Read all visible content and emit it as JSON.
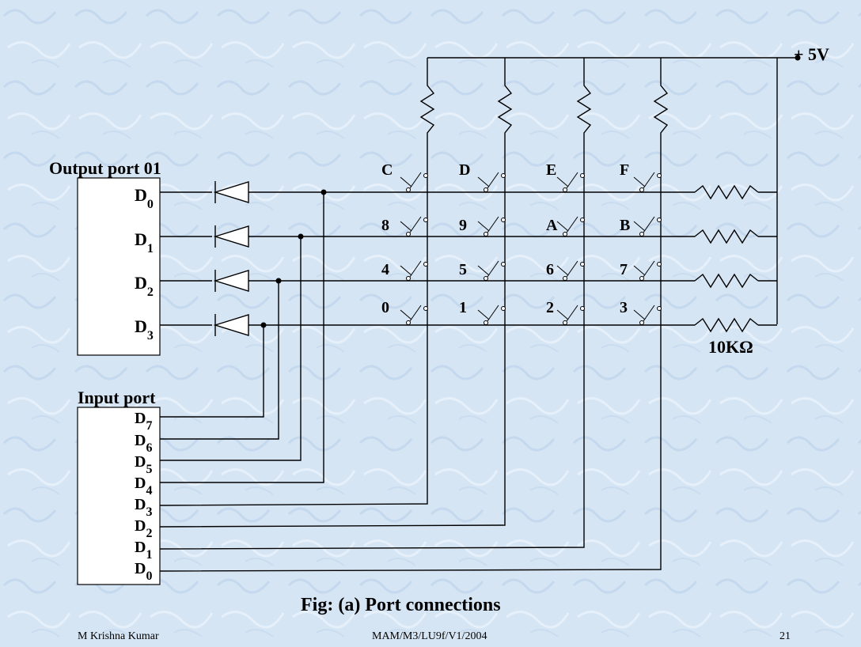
{
  "supply_label": "+ 5V",
  "output_port": {
    "title": "Output port 01",
    "pins": [
      {
        "name": "D",
        "sub": "0"
      },
      {
        "name": "D",
        "sub": "1"
      },
      {
        "name": "D",
        "sub": "2"
      },
      {
        "name": "D",
        "sub": "3"
      }
    ]
  },
  "input_port": {
    "title": "Input port",
    "pins": [
      {
        "name": "D",
        "sub": "7"
      },
      {
        "name": "D",
        "sub": "6"
      },
      {
        "name": "D",
        "sub": "5"
      },
      {
        "name": "D",
        "sub": "4"
      },
      {
        "name": "D",
        "sub": "3"
      },
      {
        "name": "D",
        "sub": "2"
      },
      {
        "name": "D",
        "sub": "1"
      },
      {
        "name": "D",
        "sub": "0"
      }
    ]
  },
  "keys": [
    [
      "C",
      "D",
      "E",
      "F"
    ],
    [
      "8",
      "9",
      "A",
      "B"
    ],
    [
      "4",
      "5",
      "6",
      "7"
    ],
    [
      "0",
      "1",
      "2",
      "3"
    ]
  ],
  "resistor_label": "10KΩ",
  "caption": "Fig: (a) Port connections",
  "footer": {
    "author": "M Krishna Kumar",
    "code": "MAM/M3/LU9f/V1/2004",
    "page": "21"
  }
}
